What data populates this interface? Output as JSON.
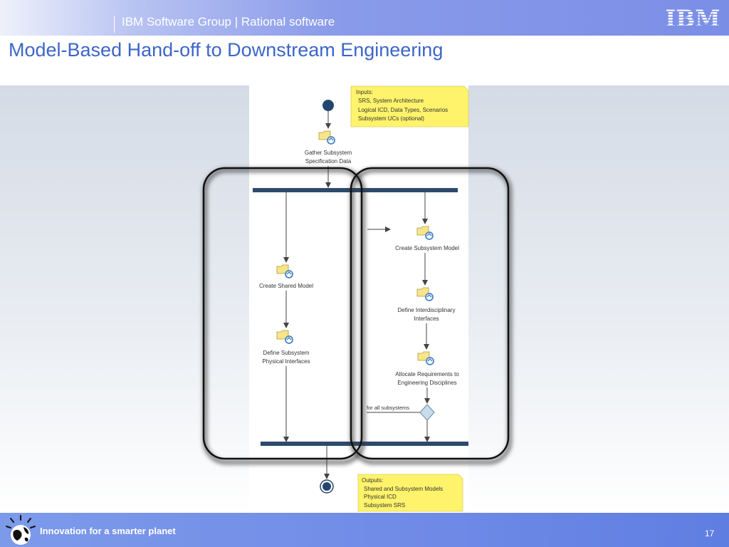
{
  "header": {
    "group_text": "IBM Software Group | Rational software",
    "logo_text": "IBM"
  },
  "slide": {
    "title": "Model-Based Hand-off to Downstream Engineering",
    "page_number": "17"
  },
  "footer": {
    "tagline": "Innovation for a smarter planet"
  },
  "diagram": {
    "inputs_note": {
      "heading": "Inputs:",
      "lines": [
        "SRS, System Architecture",
        "Logical ICD, Data Types, Scenarios",
        "Subsystem UCs (optional)"
      ]
    },
    "outputs_note": {
      "heading": "Outputs:",
      "lines": [
        "Shared and Subsystem Models",
        "Physical ICD",
        "Subsystem SRS"
      ]
    },
    "activities": {
      "gather": [
        "Gather Subsystem",
        "Specification Data"
      ],
      "create_shared": [
        "Create Shared Model"
      ],
      "define_physical": [
        "Define Subsystem",
        "Physical Interfaces"
      ],
      "create_subsystem": [
        "Create Subsystem Model"
      ],
      "define_interdisciplinary": [
        "Define Interdisciplinary",
        "Interfaces"
      ],
      "allocate": [
        "Allocate Requirements to",
        "Engineering Disciplines"
      ]
    },
    "loop_guard": "for all subsystems"
  },
  "colors": {
    "title_blue": "#3c66c8",
    "bar_navy": "#2d4a6b",
    "note_yellow": "#fff36b",
    "icon_yellow": "#f7e58a",
    "icon_blue": "#4a86c5"
  }
}
